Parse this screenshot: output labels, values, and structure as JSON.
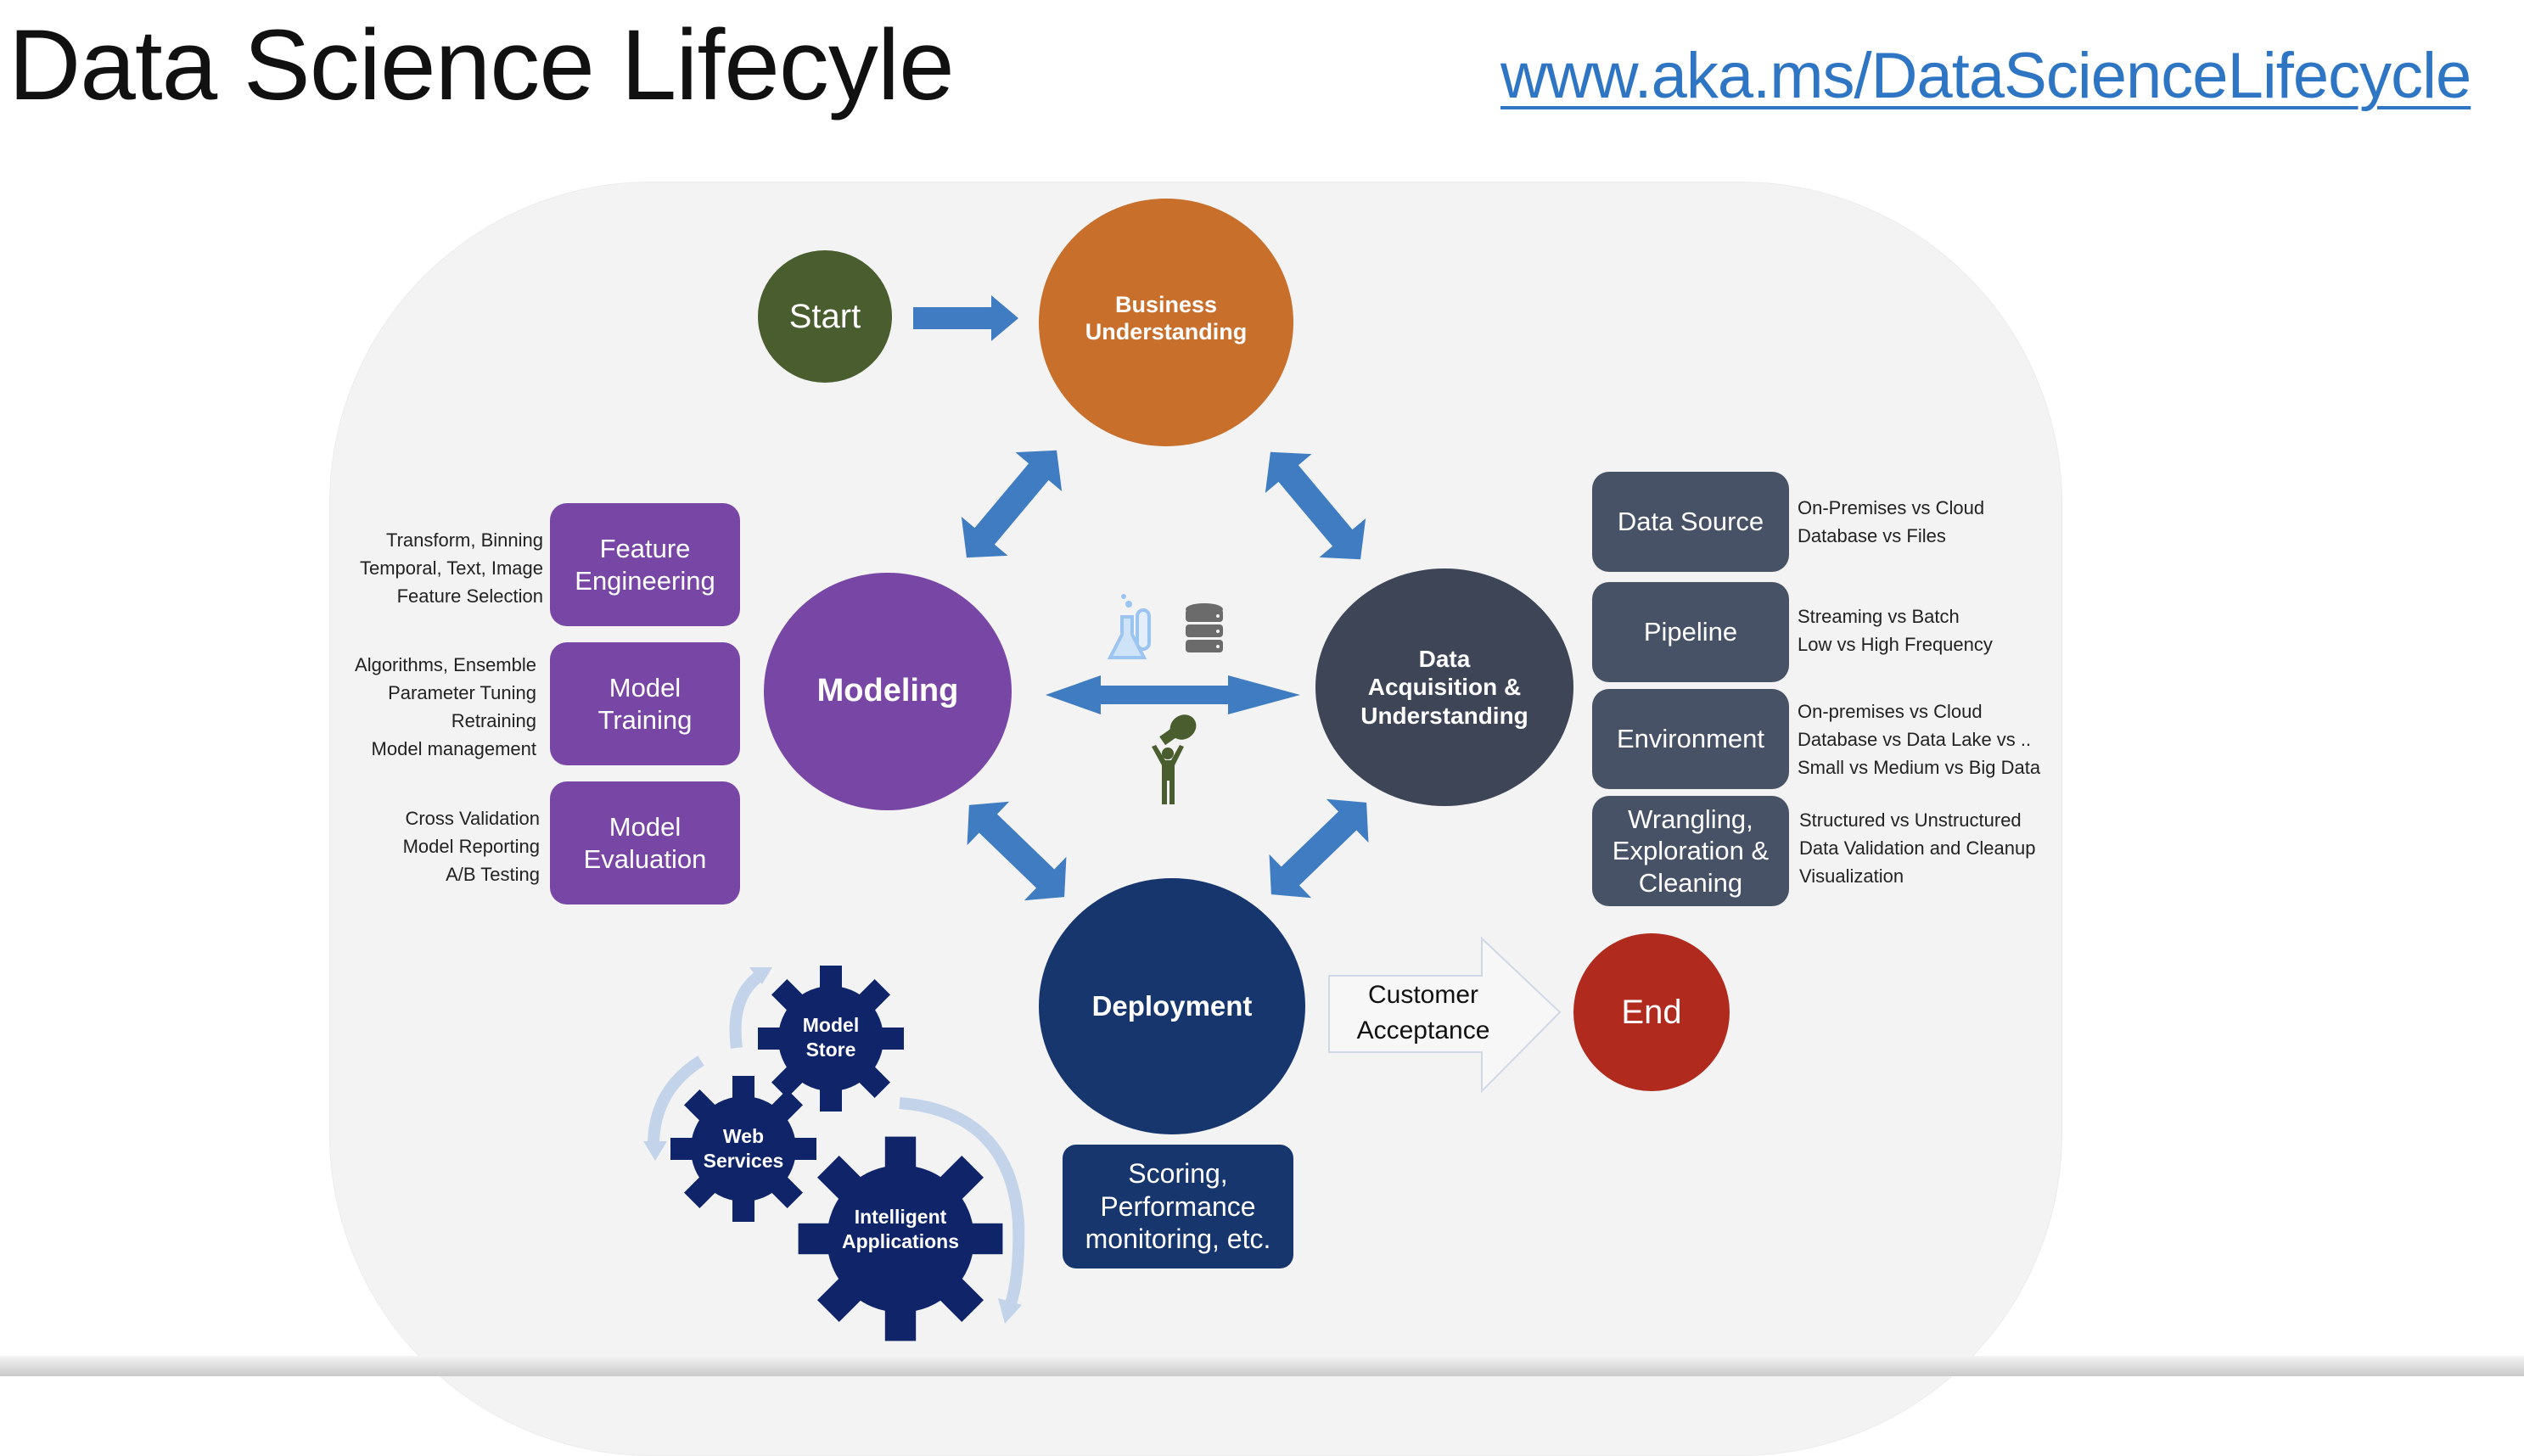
{
  "header": {
    "title": "Data Science Lifecyle",
    "link_text": "www.aka.ms/DataScienceLifecycle"
  },
  "colors": {
    "start": "#4a5d2e",
    "business": "#c86f2c",
    "modeling": "#7847a6",
    "data_acquisition": "#3d4557",
    "deployment": "#17366e",
    "end": "#b02a1e",
    "arrow": "#3f7cc2",
    "link": "#2e75c4",
    "gear": "#0f2469",
    "gear_arrow": "#c3d4ea"
  },
  "nodes": {
    "start": "Start",
    "business": "Business\nUnderstanding",
    "modeling": "Modeling",
    "data_acquisition": "Data\nAcquisition &\nUnderstanding",
    "deployment": "Deployment",
    "end": "End"
  },
  "modeling_steps": [
    {
      "label": "Feature\nEngineering",
      "notes": "Transform, Binning\nTemporal, Text, Image\nFeature Selection"
    },
    {
      "label": "Model\nTraining",
      "notes": "Algorithms, Ensemble\nParameter Tuning\nRetraining\nModel management"
    },
    {
      "label": "Model\nEvaluation",
      "notes": "Cross Validation\nModel Reporting\nA/B Testing"
    }
  ],
  "data_steps": [
    {
      "label": "Data Source",
      "notes": "On-Premises vs Cloud\nDatabase vs Files"
    },
    {
      "label": "Pipeline",
      "notes": "Streaming vs Batch\nLow vs High Frequency"
    },
    {
      "label": "Environment",
      "notes": "On-premises vs Cloud\nDatabase vs Data Lake  vs ..\nSmall vs Medium vs Big Data"
    },
    {
      "label": "Wrangling,\nExploration &\nCleaning",
      "notes": "Structured vs Unstructured\nData Validation and Cleanup\nVisualization"
    }
  ],
  "deployment": {
    "scoring_box": "Scoring,\nPerformance\nmonitoring, etc.",
    "customer_acceptance": "Customer\nAcceptance",
    "gears": [
      "Model\nStore",
      "Web\nServices",
      "Intelligent\nApplications"
    ]
  },
  "center_icons": [
    "flask-icon",
    "database-icon",
    "person-lightbulb-icon"
  ]
}
